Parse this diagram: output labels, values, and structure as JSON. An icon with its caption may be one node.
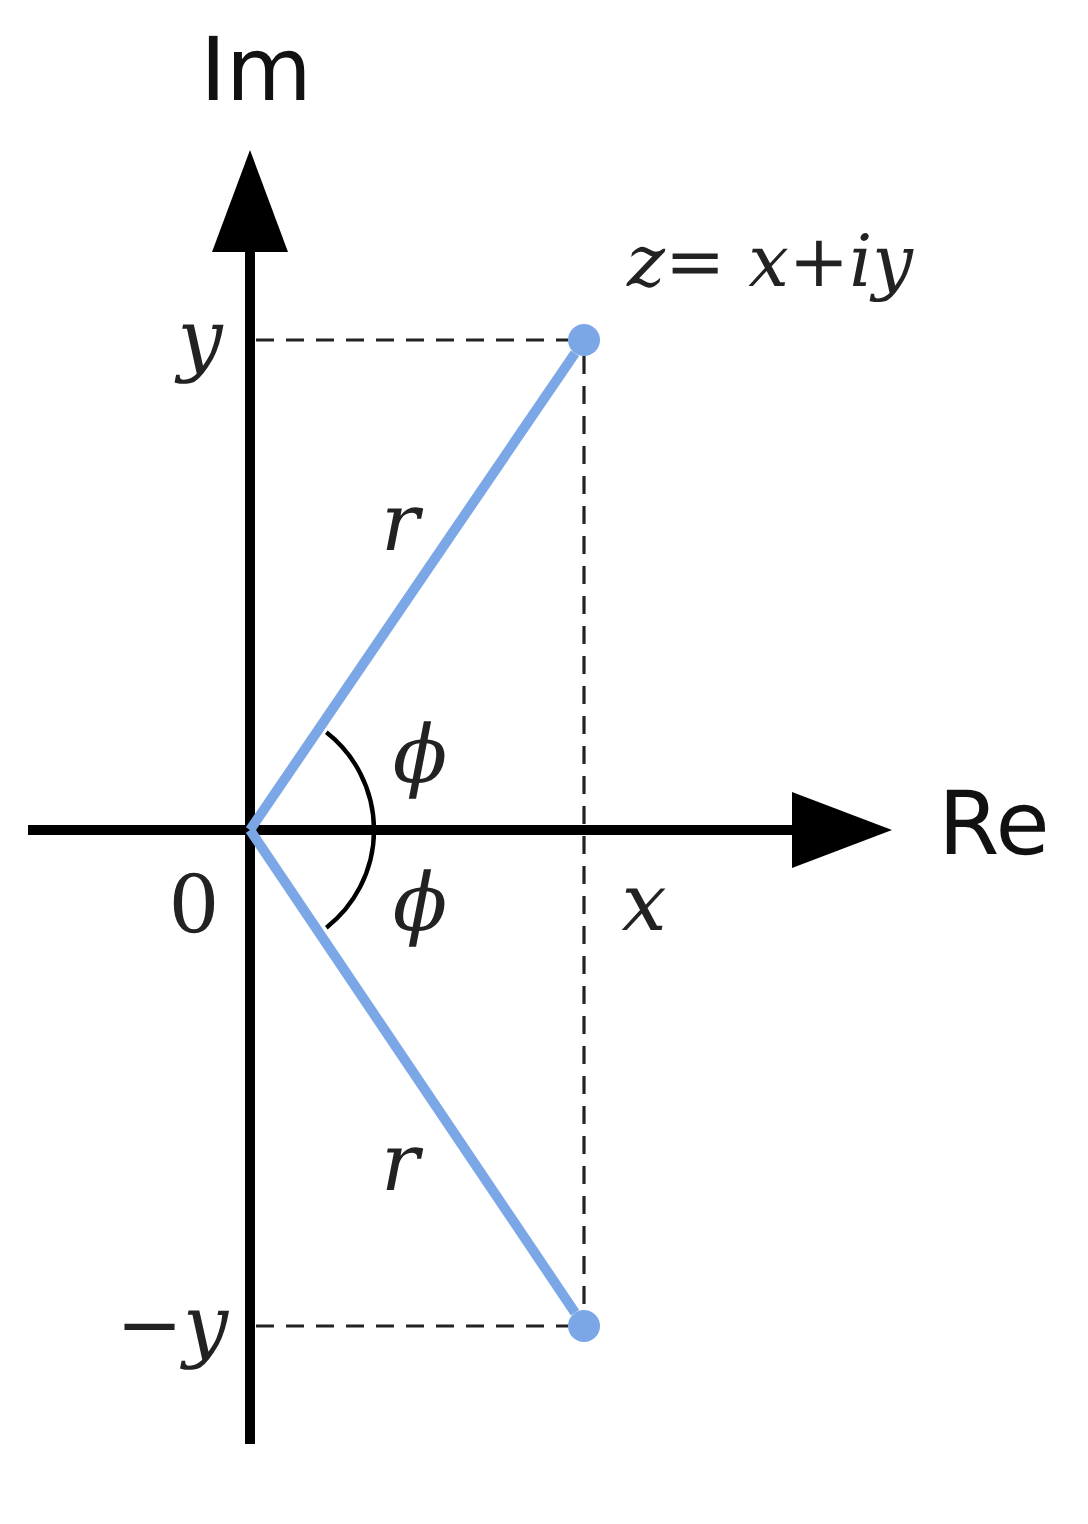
{
  "diagram": {
    "nodes": [
      {
        "text": [],
        "shape": "circle",
        "beside": [
          "z= x+iy"
        ]
      },
      {
        "text": [],
        "shape": "circle"
      }
    ],
    "edges": [
      {
        "from": null,
        "to": 0,
        "arrow": "none",
        "label": "r"
      },
      {
        "from": null,
        "to": 1,
        "arrow": "none",
        "label": "r"
      }
    ],
    "labels": [
      "Im",
      "y",
      "Re",
      "ϕ",
      "0",
      "ϕ",
      "x",
      "−y"
    ]
  }
}
